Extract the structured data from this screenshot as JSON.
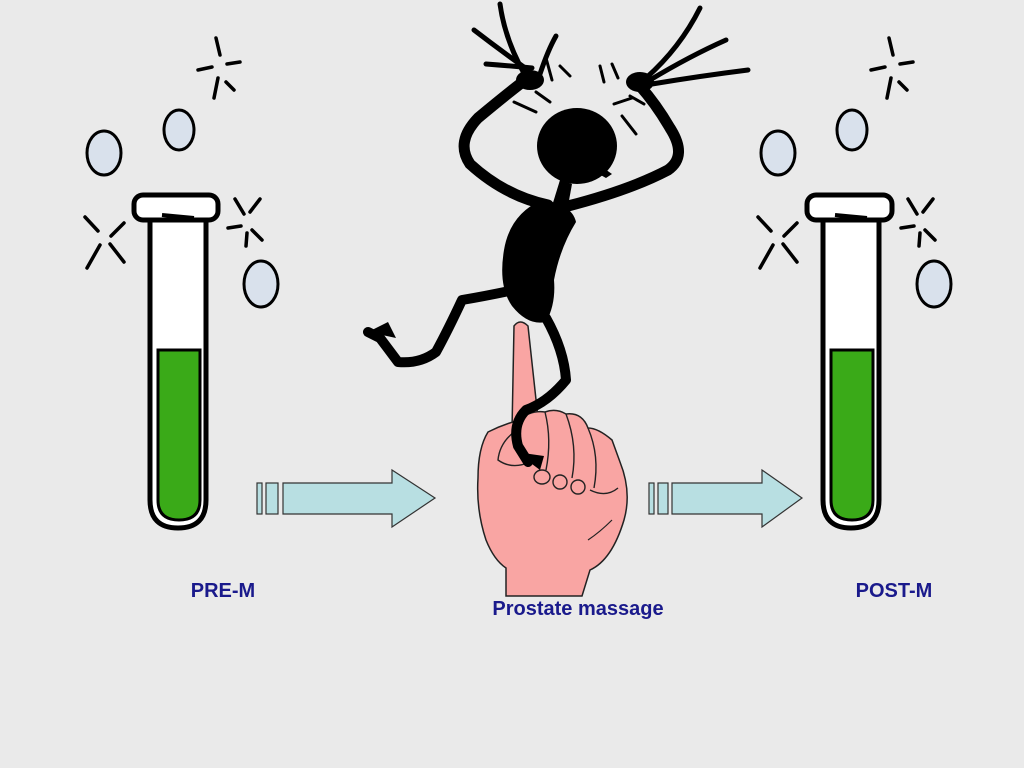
{
  "labels": {
    "pre": "PRE-M",
    "center": "Prostate massage",
    "post": "POST-M"
  },
  "colors": {
    "background": "#eaeaea",
    "liquid": "#3aaa18",
    "arrow": "#b8dfe2",
    "bubble": "#d9e1ec",
    "hand": "#f9a5a3",
    "figure": "#000000",
    "label_text": "#1a1a8c"
  },
  "icons": [
    "test-tube-icon",
    "bubble-icon",
    "sparkle-icon",
    "arrow-right-icon",
    "hand-icon",
    "stick-figure-icon"
  ]
}
